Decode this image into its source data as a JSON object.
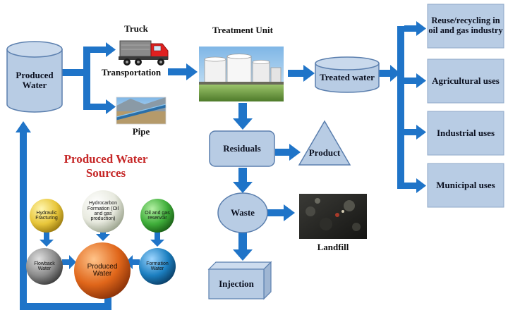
{
  "colors": {
    "arrow": "#1f74c8",
    "box_fill": "#b8cce4",
    "box_stroke": "#5b7fae",
    "title_red": "#c62828",
    "sphere_yellow": "#e8c63a",
    "sphere_white": "#e8eadf",
    "sphere_green": "#3fae3a",
    "sphere_gray": "#8c8c8c",
    "sphere_orange": "#e0661a",
    "sphere_blue": "#1c7fc0"
  },
  "nodes": {
    "produced_water": "Produced Water",
    "truck": "Truck",
    "transportation": "Transportation",
    "pipe": "Pipe",
    "treatment_unit": "Treatment Unit",
    "treated_water": "Treated water",
    "residuals": "Residuals",
    "product": "Product",
    "waste": "Waste",
    "landfill": "Landfill",
    "injection": "Injection"
  },
  "uses": [
    "Reuse/recycling in oil and gas industry",
    "Agricultural uses",
    "Industrial uses",
    "Municipal uses"
  ],
  "sources": {
    "title": "Produced Water Sources",
    "hydraulic_fracturing": "Hydraulic Fracturing",
    "hydrocarbon_formation": "Hydrocarbon Formation (Oil and gas production)",
    "oil_gas_reservoir": "Oil and gas reservoir",
    "flowback_water": "Flowback Water",
    "produced_water": "Produced Water",
    "formation_water": "Formation Water"
  },
  "icons": [
    "truck-icon",
    "pipe-icon",
    "treatment-tanks-icon",
    "landfill-icon"
  ]
}
